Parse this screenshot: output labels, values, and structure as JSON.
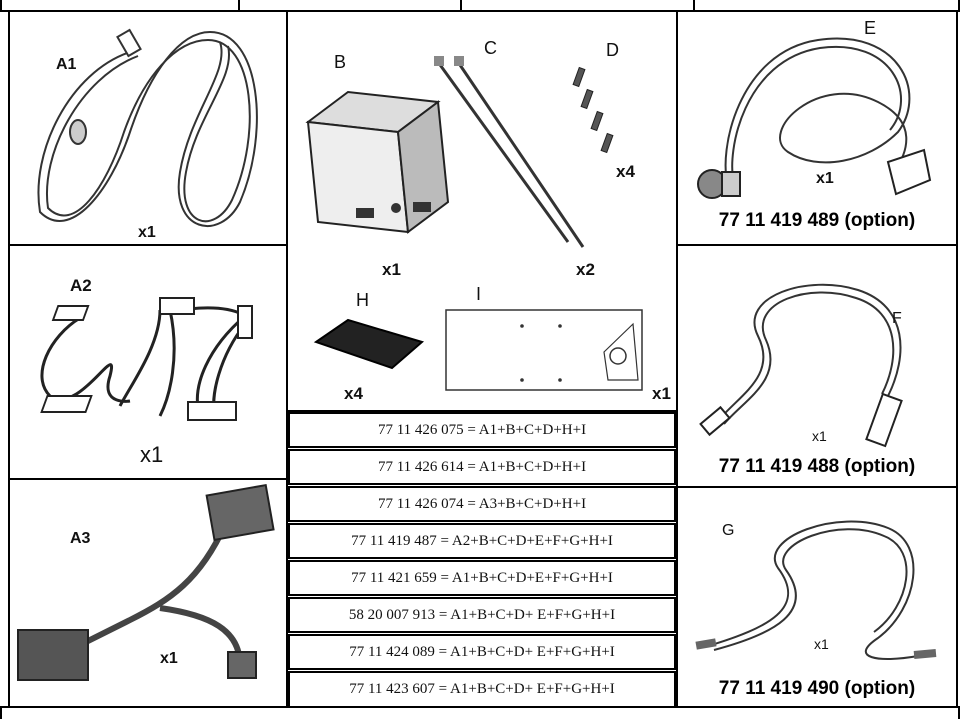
{
  "kit_parts": {
    "A1": {
      "label": "A1",
      "qty": "x1"
    },
    "A2": {
      "label": "A2",
      "qty": "x1"
    },
    "A3": {
      "label": "A3",
      "qty": "x1"
    },
    "B": {
      "label": "B",
      "qty": "x1"
    },
    "C": {
      "label": "C",
      "qty": "x2"
    },
    "D": {
      "label": "D",
      "qty": "x4"
    },
    "H": {
      "label": "H",
      "qty": "x4"
    },
    "I": {
      "label": "I",
      "qty": "x1"
    },
    "E": {
      "label": "E",
      "qty": "x1",
      "code": "77 11 419 489 (option)"
    },
    "F": {
      "label": "F",
      "qty": "x1",
      "code": "77 11 419 488 (option)"
    },
    "G": {
      "label": "G",
      "qty": "x1",
      "code": "77 11 419 490 (option)"
    }
  },
  "references": [
    "77 11 426 075 = A1+B+C+D+H+I",
    "77 11 426 614 = A1+B+C+D+H+I",
    "77 11 426 074 = A3+B+C+D+H+I",
    "77 11 419 487 = A2+B+C+D+E+F+G+H+I",
    "77 11 421 659 = A1+B+C+D+E+F+G+H+I",
    "58 20 007 913 = A1+B+C+D+ E+F+G+H+I",
    "77 11 424 089 = A1+B+C+D+ E+F+G+H+I",
    "77 11 423 607 = A1+B+C+D+ E+F+G+H+I"
  ],
  "colors": {
    "border": "#000000",
    "ink": "#111111",
    "shade": "#555555"
  }
}
